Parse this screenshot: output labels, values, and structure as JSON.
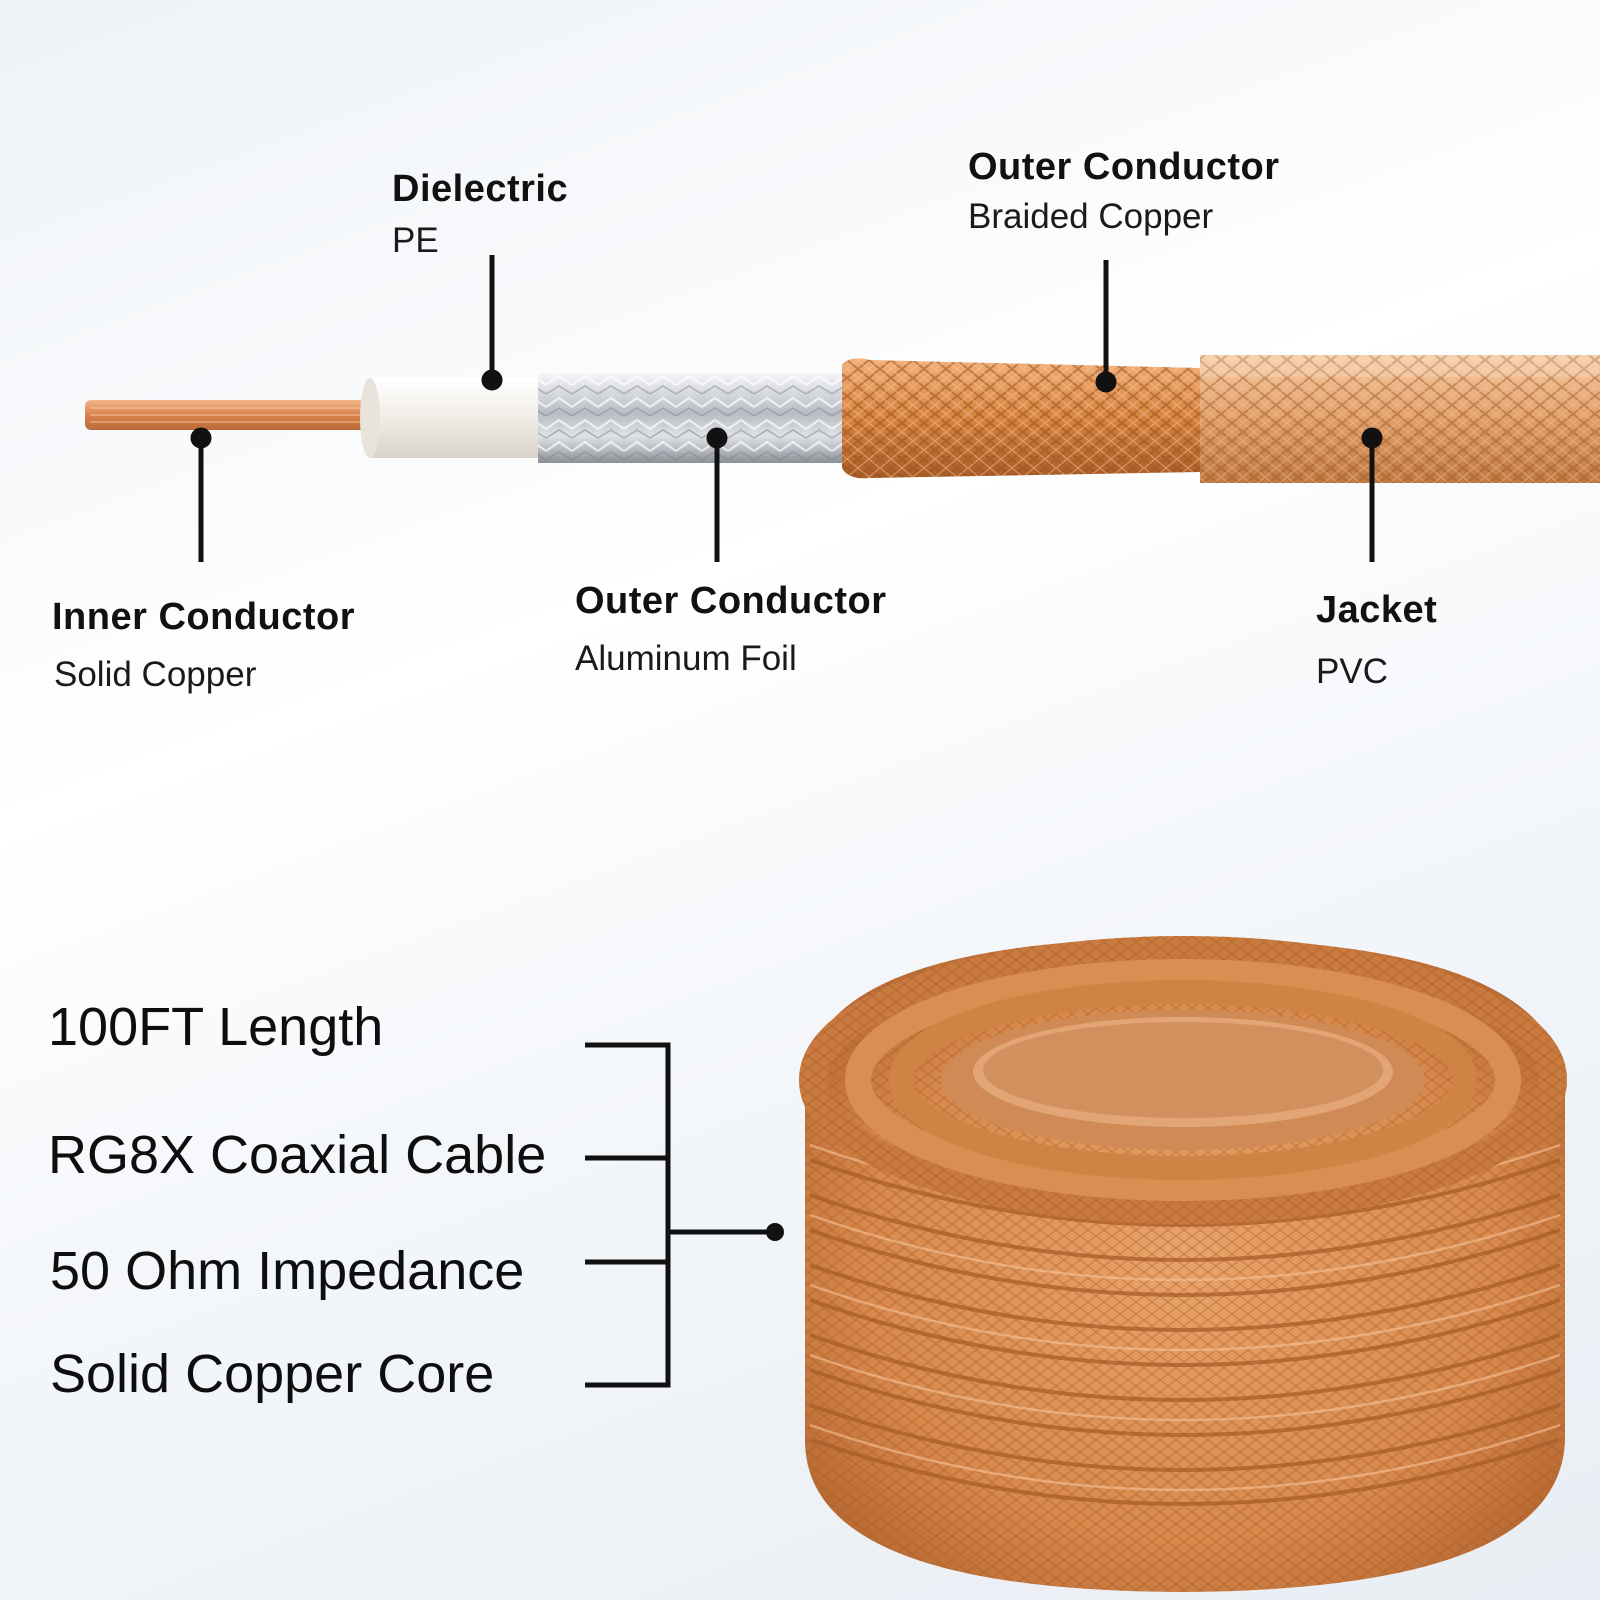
{
  "layers": [
    {
      "name": "Dielectric",
      "material": "PE"
    },
    {
      "name": "Outer Conductor",
      "material": "Braided Copper"
    },
    {
      "name": "Inner Conductor",
      "material": "Solid Copper"
    },
    {
      "name": "Outer Conductor",
      "material": "Aluminum Foil"
    },
    {
      "name": "Jacket",
      "material": "PVC"
    }
  ],
  "features": [
    "100FT Length",
    "RG8X Coaxial Cable",
    "50 Ohm Impedance",
    "Solid Copper Core"
  ],
  "colors": {
    "copper": "#d9894f",
    "copper_dark": "#b9652c",
    "foil": "#c9ccd1",
    "dielectric": "#f4f1ec",
    "line": "#111111"
  }
}
